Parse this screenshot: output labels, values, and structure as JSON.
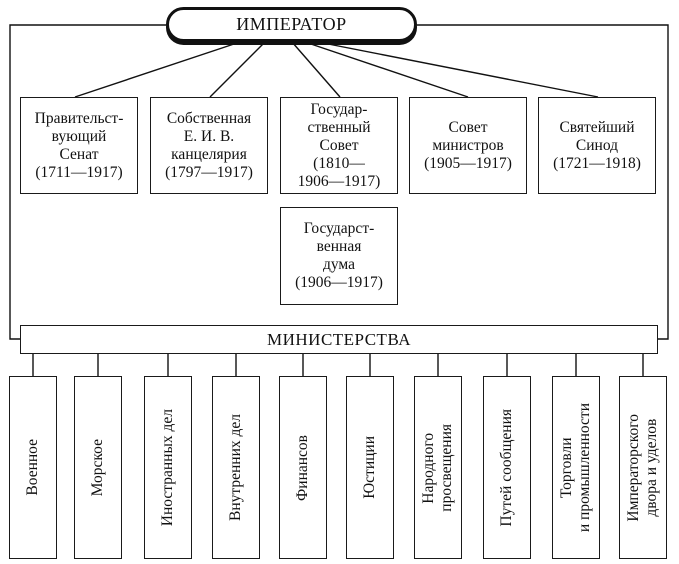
{
  "emperor": "ИМПЕРАТОР",
  "bodies": [
    {
      "id": "senate",
      "label": "Правительст-\nвующий\nСенат\n(1711—1917)"
    },
    {
      "id": "chancellery",
      "label": "Собственная\nЕ. И. В.\nканцелярия\n(1797—1917)"
    },
    {
      "id": "state-council",
      "label": "Государ-\nственный\nСовет\n(1810—\n1906—1917)"
    },
    {
      "id": "council-ministers",
      "label": "Совет\nминистров\n(1905—1917)"
    },
    {
      "id": "synod",
      "label": "Святейший\nСинод\n(1721—1918)"
    }
  ],
  "duma": "Государст-\nвенная\nдума\n(1906—1917)",
  "ministries_header": "МИНИСТЕРСТВА",
  "ministries": [
    "Военное",
    "Морское",
    "Иностранных дел",
    "Внутренних дел",
    "Финансов",
    "Юстиции",
    "Народного\nпросвещения",
    "Путей сообщения",
    "Торговли\nи промышленности",
    "Императорского\nдвора и уделов"
  ]
}
